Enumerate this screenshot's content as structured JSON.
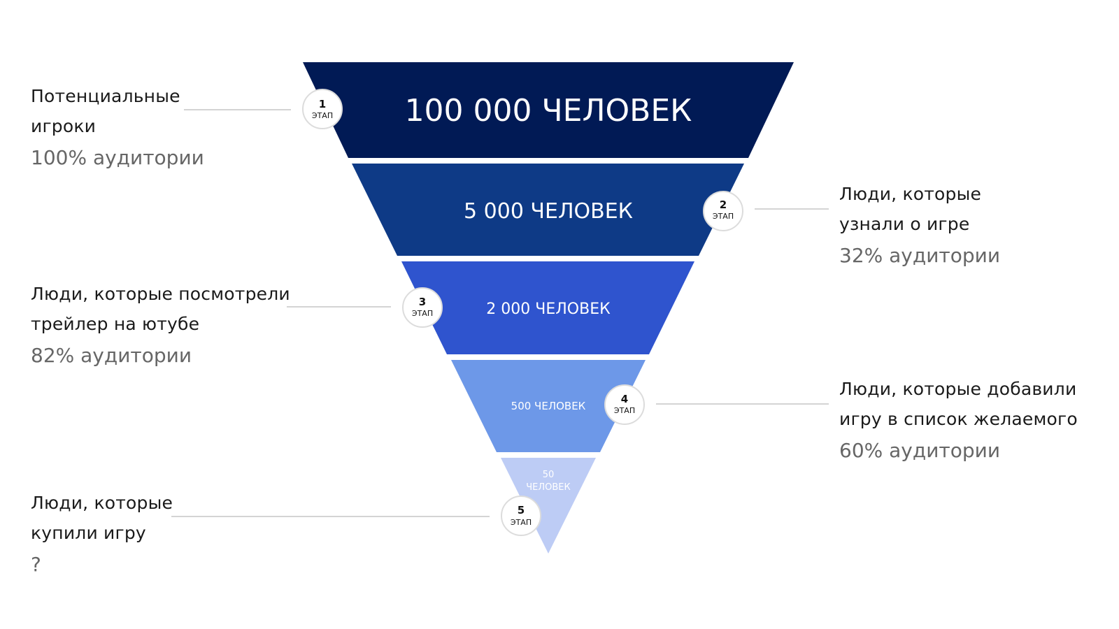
{
  "diagram": {
    "type": "funnel",
    "stages": [
      {
        "number": "1",
        "stage_word": "ЭТАП",
        "count_label": "100 000 ЧЕЛОВЕК",
        "description_lines": [
          "Потенциальные",
          "игроки"
        ],
        "percent": "100% аудитории",
        "color": "#011A55"
      },
      {
        "number": "2",
        "stage_word": "ЭТАП",
        "count_label": "5 000 ЧЕЛОВЕК",
        "description_lines": [
          "Люди, которые",
          "узнали о игре"
        ],
        "percent": "32% аудитории",
        "color": "#0E3A86"
      },
      {
        "number": "3",
        "stage_word": "ЭТАП",
        "count_label": "2 000 ЧЕЛОВЕК",
        "description_lines": [
          "Люди, которые посмотрели",
          "трейлер на ютубе"
        ],
        "percent": "82% аудитории",
        "color": "#2F54CE"
      },
      {
        "number": "4",
        "stage_word": "ЭТАП",
        "count_label": "500 ЧЕЛОВЕК",
        "description_lines": [
          "Люди, которые добавили",
          "игру в список желаемого"
        ],
        "percent": "60% аудитории",
        "color": "#6D98E8"
      },
      {
        "number": "5",
        "stage_word": "ЭТАП",
        "count_label_lines": [
          "50",
          "ЧЕЛОВЕК"
        ],
        "description_lines": [
          "Люди, которые",
          "купили игру"
        ],
        "percent": "?",
        "color": "#BDCCF5"
      }
    ]
  }
}
